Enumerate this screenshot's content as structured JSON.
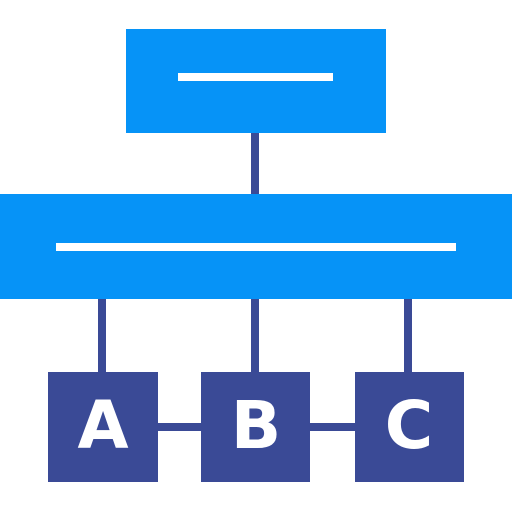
{
  "diagram": {
    "nodes": [
      {
        "id": "A",
        "label": "A"
      },
      {
        "id": "B",
        "label": "B"
      },
      {
        "id": "C",
        "label": "C"
      }
    ],
    "colors": {
      "background": "#ffffff",
      "top_box": "#0693f7",
      "middle_bar": "#0693f7",
      "placeholder_line": "#ffffff",
      "connector": "#3a4a96",
      "node_fill": "#3a4a96",
      "node_text": "#ffffff"
    },
    "icons": {
      "top_box_line": "text-line-icon",
      "middle_bar_line": "text-line-icon"
    }
  }
}
